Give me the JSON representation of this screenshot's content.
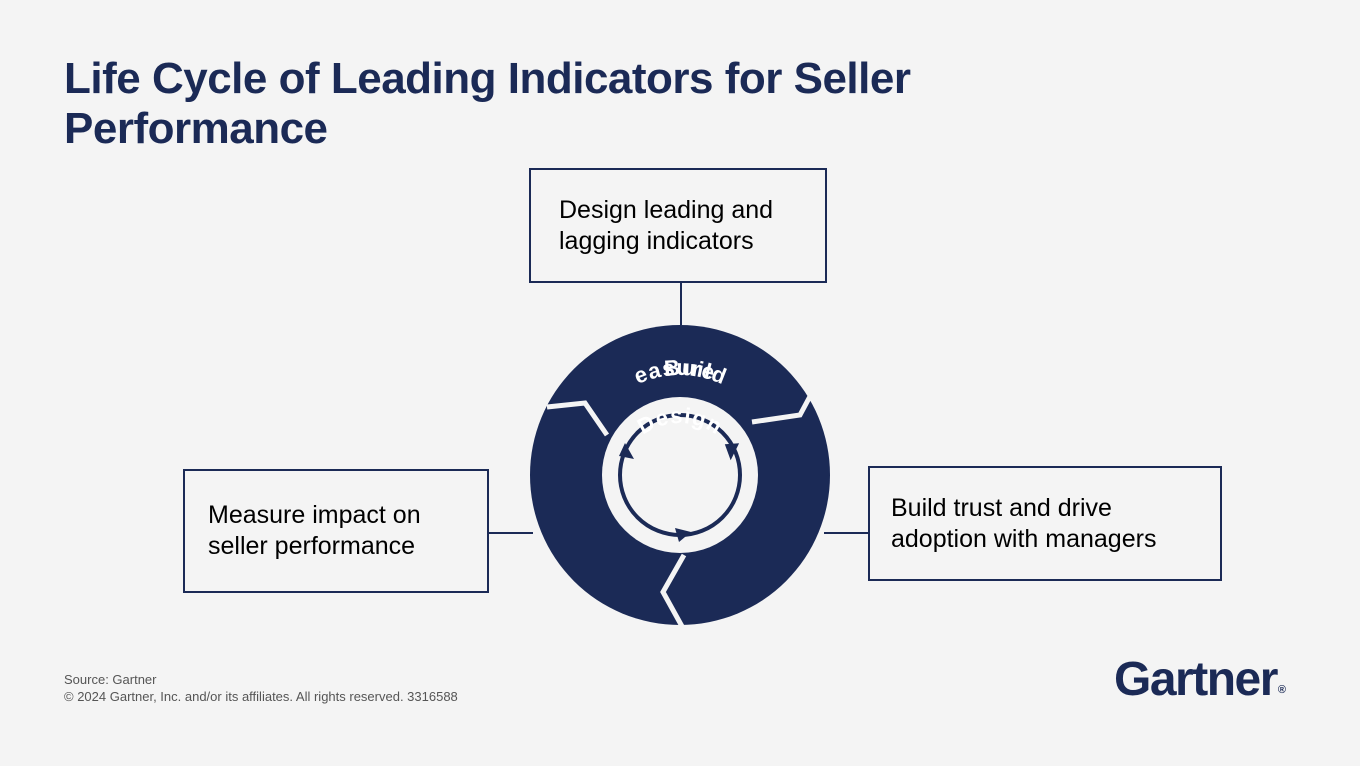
{
  "title": "Life Cycle of Leading Indicators for Seller Performance",
  "boxes": {
    "design": {
      "line1": "Design leading and",
      "line2": "lagging indicators"
    },
    "measure": {
      "line1": "Measure impact on",
      "line2": "seller performance"
    },
    "build": {
      "line1": "Build trust and drive",
      "line2": "adoption with managers"
    }
  },
  "cycle": {
    "segments": [
      "Design",
      "Build",
      "Measure"
    ]
  },
  "footer": {
    "source": "Source: Gartner",
    "copyright": "© 2024 Gartner, Inc. and/or its affiliates. All rights reserved. 3316588"
  },
  "logo": {
    "text": "Gartner",
    "mark": "®"
  },
  "colors": {
    "navy": "#1b2a56",
    "background": "#f4f4f4"
  }
}
